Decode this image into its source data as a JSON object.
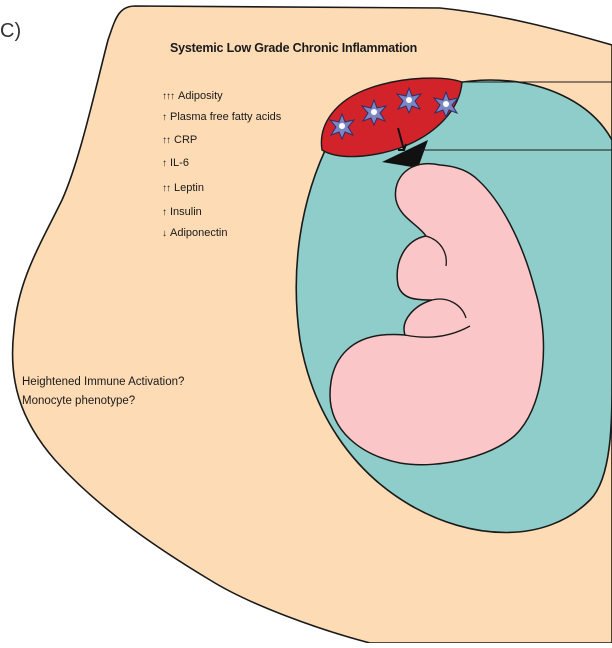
{
  "figure": {
    "title": "Systemic Low Grade Chronic Inflammation",
    "panel_letter": "C)",
    "markers": [
      {
        "arrows": "↑↑↑",
        "label": "Adiposity"
      },
      {
        "arrows": "↑",
        "label": "Plasma free fatty acids"
      },
      {
        "arrows": "↑↑",
        "label": "CRP"
      },
      {
        "arrows": "↑",
        "label": "IL-6"
      },
      {
        "arrows": "↑↑",
        "label": "Leptin"
      },
      {
        "arrows": "↑",
        "label": "Insulin"
      },
      {
        "arrows": "↓",
        "label": "Adiponectin"
      }
    ],
    "notes": [
      "Heightened Immune Activation?",
      "Monocyte phenotype?"
    ],
    "colors": {
      "body_skin": "#fddcb5",
      "amniotic_sac": "#8ecdc9",
      "fetus": "#fbc6c8",
      "placenta": "#d2232a",
      "immune_cell": "#7b86c2",
      "outline": "#1a1a1a"
    },
    "icons": [
      "immune-cell-icon",
      "arrow-down-icon"
    ]
  }
}
